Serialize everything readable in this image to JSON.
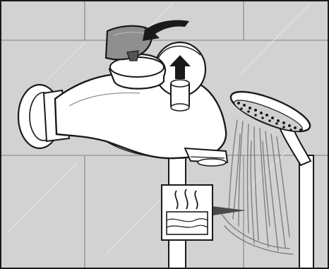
{
  "figure": {
    "subject": "shower-bath-mixer-diversion-illustration",
    "elements": [
      "wall-tiles",
      "mixer-body",
      "lever-handle",
      "rotate-arrow",
      "diverter-knob",
      "up-arrow",
      "spout",
      "shower-pipe",
      "handshower",
      "water-spray",
      "hot-water-icon",
      "pointer-arrow"
    ]
  }
}
